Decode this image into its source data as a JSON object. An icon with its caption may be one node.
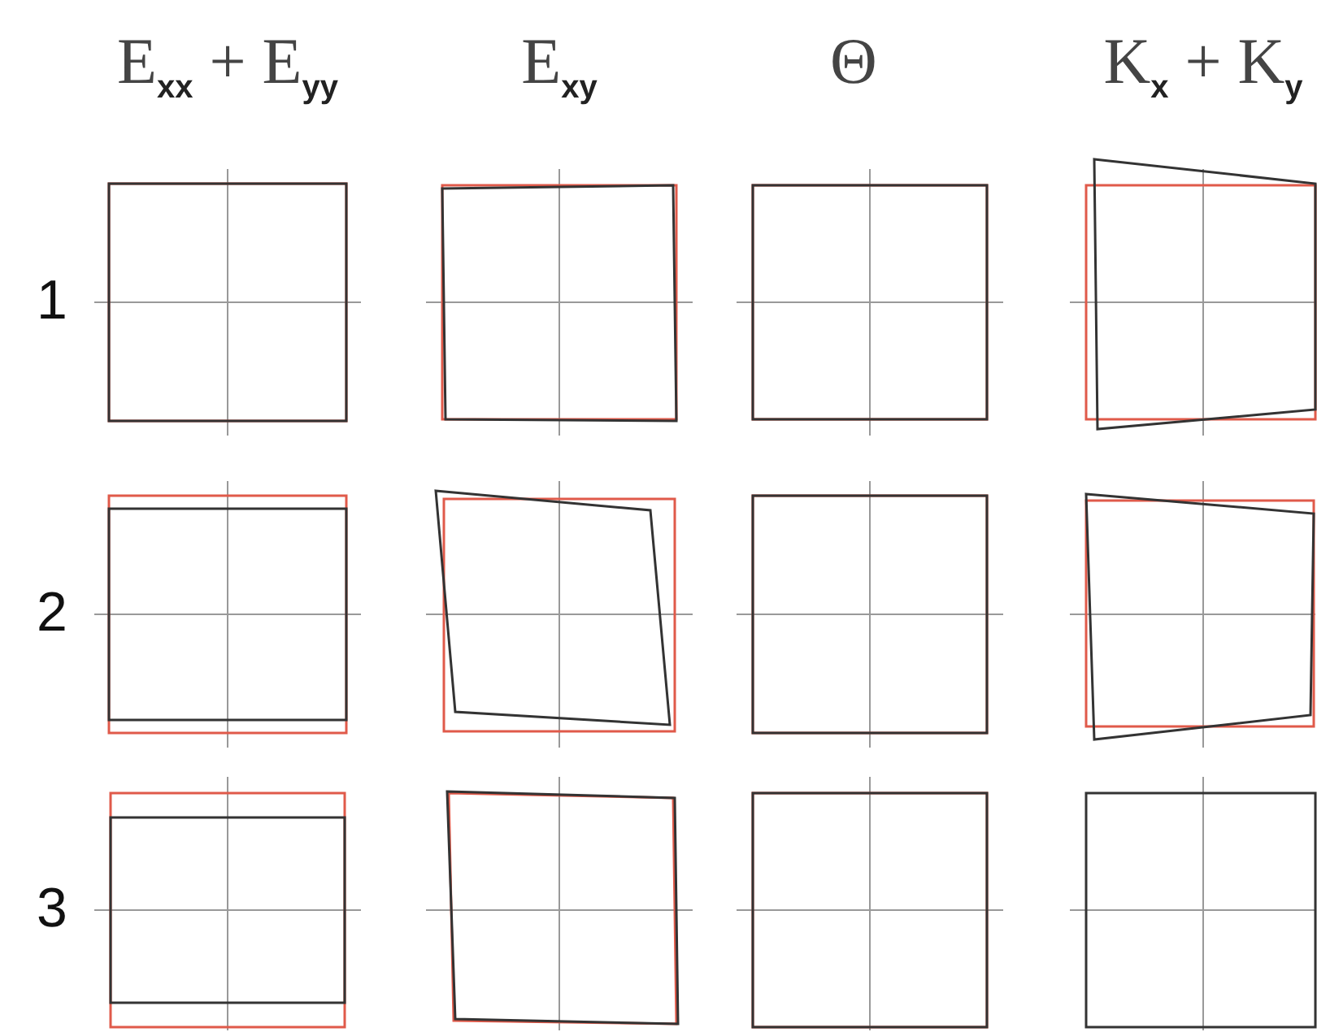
{
  "diagram": {
    "labels": [
      "E$_{xx}$ + E$_{yy}$",
      "E$_{xy}$",
      "Θ",
      "K$_{x}$ + K$_{y}$",
      "1",
      "2",
      "3"
    ]
  }
}
